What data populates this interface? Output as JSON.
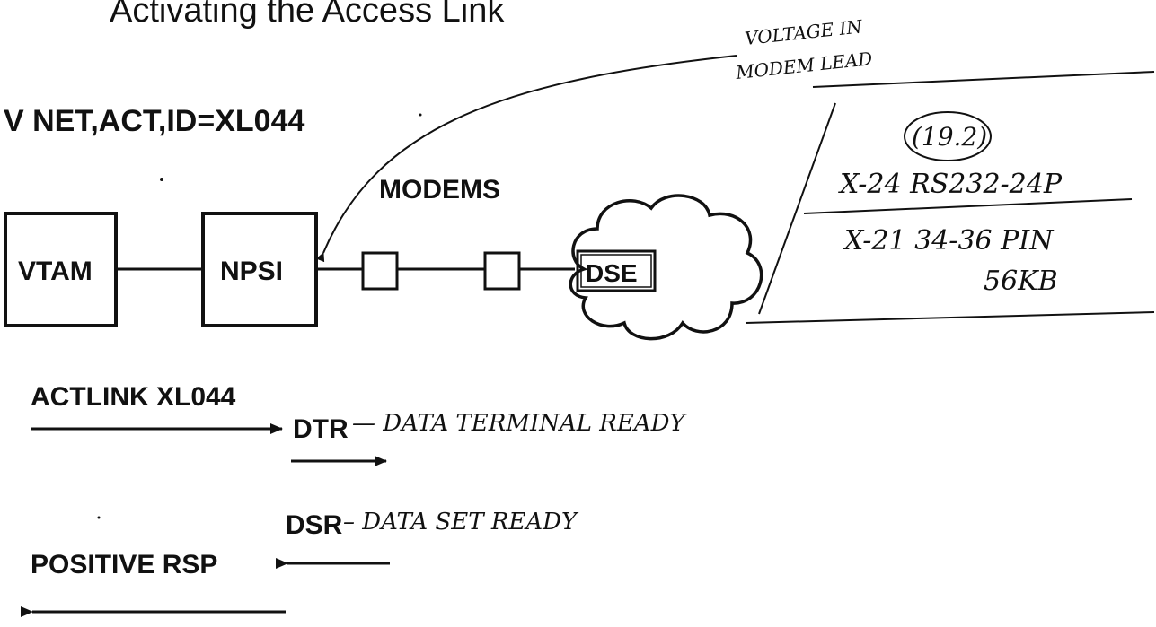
{
  "title": "Activating the Access Link",
  "command": "V NET,ACT,ID=XL044",
  "nodes": {
    "vtam": "VTAM",
    "npsi": "NPSI",
    "dse": "DSE"
  },
  "modems_label": "MODEMS",
  "annotations": {
    "voltage_line1": "VOLTAGE IN",
    "voltage_line2": "MODEM LEAD",
    "speed": "(19.2)",
    "x24": "X-24 RS232-24P",
    "x21": "X-21 34-36 PIN",
    "kb": "56KB"
  },
  "sequence": {
    "actlink": "ACTLINK XL044",
    "dtr": "DTR",
    "dtr_note": "— DATA TERMINAL READY",
    "dsr": "DSR",
    "dsr_note": "– DATA SET READY",
    "positive_rsp": "POSITIVE RSP"
  },
  "colors": {
    "ink": "#111111",
    "paper": "#ffffff"
  }
}
